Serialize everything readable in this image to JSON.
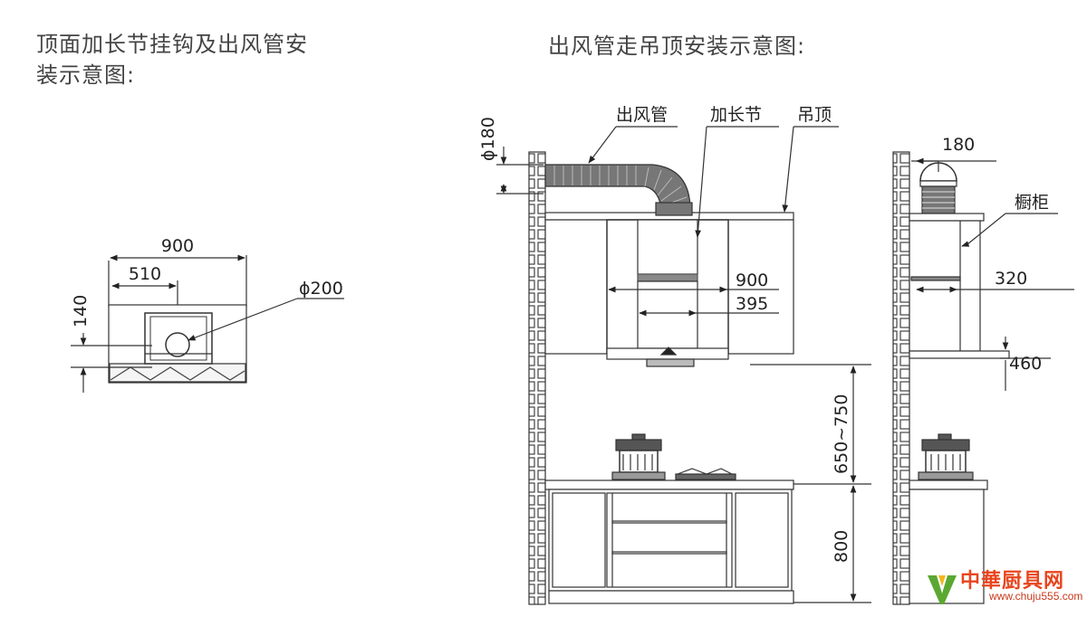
{
  "titles": {
    "left": "顶面加长节挂钩及出风管安装示意图:",
    "right": "出风管走吊顶安装示意图:"
  },
  "left_diagram": {
    "dim_width": "900",
    "dim_offset": "510",
    "dim_height": "140",
    "dim_pipe": "ϕ200"
  },
  "right_diagram": {
    "label_duct": "出风管",
    "label_extension": "加长节",
    "label_ceiling": "吊顶",
    "dim_duct": "ϕ180",
    "dim_hood_width": "900",
    "dim_hood_inner": "395",
    "dim_hood_to_stove": "650~750",
    "dim_counter": "800"
  },
  "side_diagram": {
    "dim_top": "180",
    "label_cabinet": "橱柜",
    "dim_depth": "320",
    "dim_bottom": "460"
  },
  "watermark": {
    "main": "中華厨具网",
    "url": "www.chuju555.com"
  }
}
